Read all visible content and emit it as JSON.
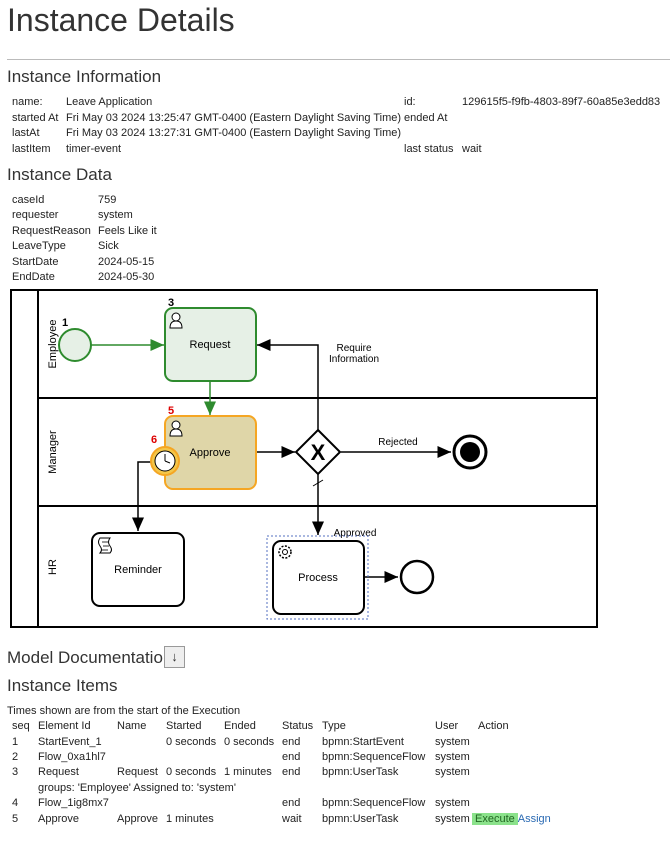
{
  "page": {
    "title": "Instance Details"
  },
  "sections": {
    "info": "Instance Information",
    "data": "Instance Data",
    "doc": "Model Documentation",
    "doc_toggle": "↓",
    "items": "Instance Items"
  },
  "info": {
    "name_label": "name:",
    "name_value": "Leave Application",
    "id_label": "id:",
    "id_value": "129615f5-f9fb-4803-89f7-60a85e3edd83",
    "started_label": "started At",
    "started_value": "Fri May 03 2024 13:25:47 GMT-0400 (Eastern Daylight Saving Time)",
    "ended_label": "ended At",
    "ended_value": "",
    "lastat_label": "lastAt",
    "lastat_value": "Fri May 03 2024 13:27:31 GMT-0400 (Eastern Daylight Saving Time)",
    "lastitem_label": "lastItem",
    "lastitem_value": "timer-event",
    "laststatus_label": "last status",
    "laststatus_value": "wait"
  },
  "instance_data": [
    {
      "key": "caseId",
      "value": "759"
    },
    {
      "key": "requester",
      "value": "system"
    },
    {
      "key": "RequestReason",
      "value": "Feels Like it"
    },
    {
      "key": "LeaveType",
      "value": "Sick"
    },
    {
      "key": "StartDate",
      "value": "2024-05-15"
    },
    {
      "key": "EndDate",
      "value": "2024-05-30"
    }
  ],
  "diagram": {
    "lanes": [
      "Employee",
      "Manager",
      "HR"
    ],
    "tasks": {
      "request": "Request",
      "approve": "Approve",
      "reminder": "Reminder",
      "process": "Process"
    },
    "labels": {
      "require": "Require",
      "information": "Information",
      "rejected": "Rejected",
      "approved": "Approved",
      "gateway_symbol": "X"
    },
    "badges": {
      "start": "1",
      "request": "3",
      "approve": "5",
      "timer": "6"
    },
    "colors": {
      "active": "#5a9d3c",
      "waiting": "#f5a623",
      "active_fill": "#e6f0e6",
      "waiting_fill": "#dfd6a8"
    }
  },
  "items_table": {
    "note": "Times shown are from the start of the Execution",
    "headers": [
      "seq",
      "Element Id",
      "Name",
      "Started",
      "Ended",
      "Status",
      "Type",
      "User",
      "Action"
    ],
    "rows": [
      {
        "seq": "1",
        "id": "StartEvent_1",
        "name": "",
        "started": "0 seconds",
        "ended": "0 seconds",
        "status": "end",
        "type": "bpmn:StartEvent",
        "user": "system"
      },
      {
        "seq": "2",
        "id": "Flow_0xa1hl7",
        "name": "",
        "started": "",
        "ended": "",
        "status": "end",
        "type": "bpmn:SequenceFlow",
        "user": "system"
      },
      {
        "seq": "3",
        "id": "Request",
        "name": "Request",
        "started": "0 seconds",
        "ended": "1 minutes",
        "status": "end",
        "type": "bpmn:UserTask",
        "user": "system"
      },
      {
        "seq": "4",
        "id": "Flow_1ig8mx7",
        "name": "",
        "started": "",
        "ended": "",
        "status": "end",
        "type": "bpmn:SequenceFlow",
        "user": "system"
      },
      {
        "seq": "5",
        "id": "Approve",
        "name": "Approve",
        "started": "1 minutes",
        "ended": "",
        "status": "wait",
        "type": "bpmn:UserTask",
        "user": "system"
      }
    ],
    "groups_note": "groups: 'Employee' Assigned to: 'system'",
    "execute_label": "Execute",
    "assign_label": "Assign"
  }
}
